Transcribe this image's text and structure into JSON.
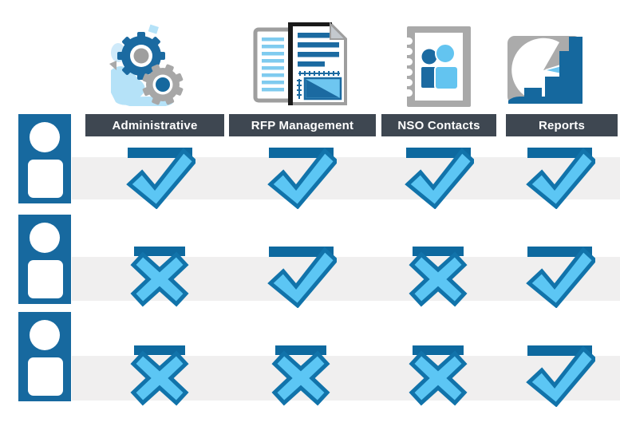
{
  "matrix": {
    "columns": [
      {
        "id": "administrative",
        "label": "Administrative",
        "icon": "gears-icon"
      },
      {
        "id": "rfp-management",
        "label": "RFP Management",
        "icon": "documents-icon"
      },
      {
        "id": "nso-contacts",
        "label": "NSO Contacts",
        "icon": "address-book-icon"
      },
      {
        "id": "reports",
        "label": "Reports",
        "icon": "pie-chart-icon"
      }
    ],
    "rows": [
      {
        "id": "user-role-1",
        "icon": "person-icon",
        "cells": [
          "check",
          "check",
          "check",
          "check"
        ]
      },
      {
        "id": "user-role-2",
        "icon": "person-icon",
        "cells": [
          "cross",
          "check",
          "cross",
          "check"
        ]
      },
      {
        "id": "user-role-3",
        "icon": "person-icon",
        "cells": [
          "cross",
          "cross",
          "cross",
          "check"
        ]
      }
    ],
    "mark_meanings": {
      "check": "allowed",
      "cross": "not-allowed"
    }
  },
  "colors": {
    "header_bar": "#3E4751",
    "header_text": "#FFFFFF",
    "row_stripe": "#F0EFEF",
    "person_blue": "#17699F",
    "mark_fill": "#5CC6F4",
    "mark_stroke": "#1173AA",
    "mark_bar": "#0E699F",
    "icon_gray": "#A9A9A9",
    "icon_dark_blue": "#1B6AA1",
    "icon_light_blue": "#6EC6F0",
    "icon_pale_blue": "#B5E2F8"
  }
}
